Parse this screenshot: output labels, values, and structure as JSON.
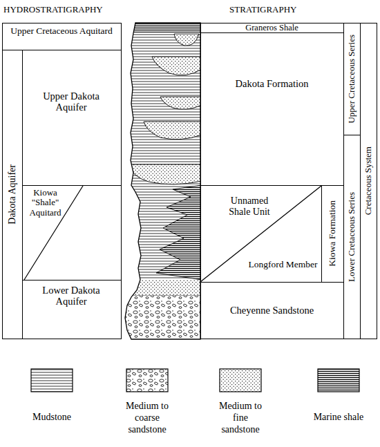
{
  "diagram": {
    "nodes": [
      {
        "text": [
          "Upper Cretaceous Aquitard"
        ]
      },
      {
        "text": [
          "Dakota Aquifer"
        ]
      },
      {
        "text": [
          "Upper Dakota Aquifer"
        ],
        "in": 1
      },
      {
        "text": [
          "Kiowa \"Shale\" Aquitard"
        ],
        "in": 1
      },
      {
        "text": [
          "Lower Dakota Aquifer"
        ],
        "in": 1
      },
      {
        "text": [
          "Graneros Shale"
        ]
      },
      {
        "text": [
          "Dakota Formation"
        ]
      },
      {
        "text": [
          "Unnamed Shale Unit",
          "Longford Member"
        ]
      },
      {
        "text": [
          "Kiowa Formation"
        ]
      },
      {
        "text": [
          "Cheyenne Sandstone"
        ]
      },
      {
        "text": [
          "Upper Cretaceous Series"
        ]
      },
      {
        "text": [
          "Lower Cretaceous Series"
        ]
      },
      {
        "text": [
          "Cretaceous System"
        ]
      }
    ],
    "labels": [
      "HYDROSTRATIGRAPHY",
      "STRATIGRAPHY"
    ],
    "legend": [
      {
        "text": "Mudstone"
      },
      {
        "text": "Medium to coarse sandstone"
      },
      {
        "text": "Medium to fine sandstone"
      },
      {
        "text": "Marine shale"
      }
    ]
  }
}
